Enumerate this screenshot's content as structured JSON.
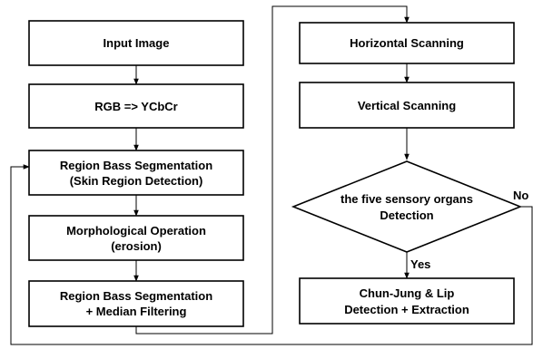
{
  "boxes": {
    "input": [
      "Input Image"
    ],
    "rgb": [
      "RGB => YCbCr"
    ],
    "rbs1": [
      "Region Bass Segmentation",
      "(Skin Region Detection)"
    ],
    "morph": [
      "Morphological Operation",
      "(erosion)"
    ],
    "rbs2": [
      "Region Bass Segmentation",
      "+ Median Filtering"
    ],
    "hscan": [
      "Horizontal Scanning"
    ],
    "vscan": [
      "Vertical Scanning"
    ],
    "decision": [
      "the five sensory organs",
      "Detection"
    ],
    "extract": [
      "Chun-Jung & Lip",
      "Detection + Extraction"
    ]
  },
  "edges": {
    "yes": "Yes",
    "no": "No"
  }
}
